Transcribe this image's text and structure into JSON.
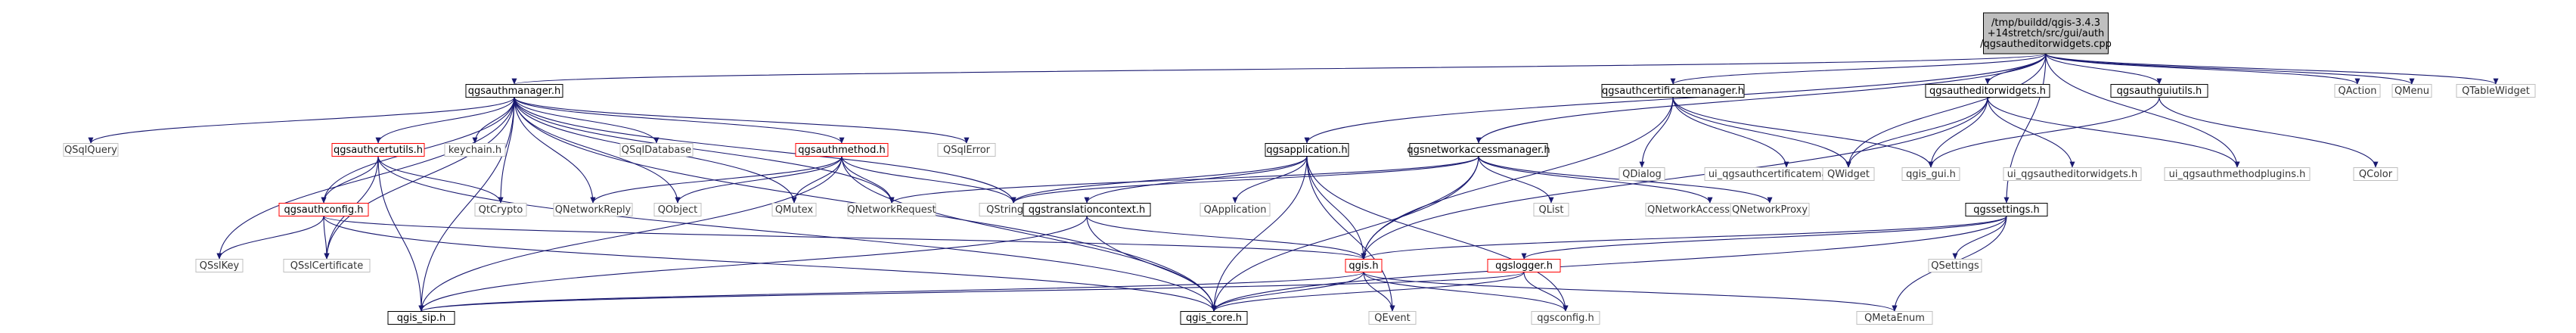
{
  "diagram": {
    "type": "include-dependency-graph",
    "colors": {
      "edge": "#191970",
      "edge_light": "#9a9ab5",
      "box_border_normal": "#000000",
      "box_border_incomplete": "#ff0000",
      "box_border_external": "#bfbfbf",
      "root_fill": "#bfbfbf",
      "text": "#000000",
      "text_external": "#333333"
    },
    "nodes": [
      {
        "id": "root",
        "lines": [
          "/tmp/buildd/qgis-3.4.3",
          "+14stretch/src/gui/auth",
          "/qgsautheditorwidgets.cpp"
        ],
        "kind": "root"
      },
      {
        "id": "authmanager",
        "lines": [
          "qgsauthmanager.h"
        ],
        "kind": "normal"
      },
      {
        "id": "certmgr",
        "lines": [
          "qgsauthcertificatemanager.h"
        ],
        "kind": "normal"
      },
      {
        "id": "editorwidgets",
        "lines": [
          "qgsautheditorwidgets.h"
        ],
        "kind": "normal"
      },
      {
        "id": "guiutils",
        "lines": [
          "qgsauthguiutils.h"
        ],
        "kind": "normal"
      },
      {
        "id": "qaction",
        "lines": [
          "QAction"
        ],
        "kind": "external"
      },
      {
        "id": "qmenu",
        "lines": [
          "QMenu"
        ],
        "kind": "external"
      },
      {
        "id": "qtablewidget",
        "lines": [
          "QTableWidget"
        ],
        "kind": "external"
      },
      {
        "id": "qsqlquery",
        "lines": [
          "QSqlQuery"
        ],
        "kind": "external"
      },
      {
        "id": "certutils",
        "lines": [
          "qgsauthcertutils.h"
        ],
        "kind": "incomplete"
      },
      {
        "id": "keychain",
        "lines": [
          "keychain.h"
        ],
        "kind": "external"
      },
      {
        "id": "qsqldatabase",
        "lines": [
          "QSqlDatabase"
        ],
        "kind": "external"
      },
      {
        "id": "authmethod",
        "lines": [
          "qgsauthmethod.h"
        ],
        "kind": "incomplete"
      },
      {
        "id": "qsqlerror",
        "lines": [
          "QSqlError"
        ],
        "kind": "external"
      },
      {
        "id": "application",
        "lines": [
          "qgsapplication.h"
        ],
        "kind": "normal"
      },
      {
        "id": "netaccess",
        "lines": [
          "qgsnetworkaccessmanager.h"
        ],
        "kind": "normal"
      },
      {
        "id": "qdialog",
        "lines": [
          "QDialog"
        ],
        "kind": "external"
      },
      {
        "id": "uicertmgr",
        "lines": [
          "ui_qgsauthcertificatemanager.h"
        ],
        "kind": "external"
      },
      {
        "id": "qwidget",
        "lines": [
          "QWidget"
        ],
        "kind": "external"
      },
      {
        "id": "qgisgui",
        "lines": [
          "qgis_gui.h"
        ],
        "kind": "external"
      },
      {
        "id": "uieditor",
        "lines": [
          "ui_qgsautheditorwidgets.h"
        ],
        "kind": "external"
      },
      {
        "id": "uimethodplugins",
        "lines": [
          "ui_qgsauthmethodplugins.h"
        ],
        "kind": "external"
      },
      {
        "id": "qcolor",
        "lines": [
          "QColor"
        ],
        "kind": "external"
      },
      {
        "id": "authconfig",
        "lines": [
          "qgsauthconfig.h"
        ],
        "kind": "incomplete"
      },
      {
        "id": "qtcrypto",
        "lines": [
          "QtCrypto"
        ],
        "kind": "external"
      },
      {
        "id": "qnetreply",
        "lines": [
          "QNetworkReply"
        ],
        "kind": "external"
      },
      {
        "id": "qobject",
        "lines": [
          "QObject"
        ],
        "kind": "external"
      },
      {
        "id": "qmutex",
        "lines": [
          "QMutex"
        ],
        "kind": "external"
      },
      {
        "id": "qnetrequest",
        "lines": [
          "QNetworkRequest"
        ],
        "kind": "external"
      },
      {
        "id": "qstringlist",
        "lines": [
          "QStringList"
        ],
        "kind": "external"
      },
      {
        "id": "translation",
        "lines": [
          "qgstranslationcontext.h"
        ],
        "kind": "normal"
      },
      {
        "id": "qapplication",
        "lines": [
          "QApplication"
        ],
        "kind": "external"
      },
      {
        "id": "qlist",
        "lines": [
          "QList"
        ],
        "kind": "external"
      },
      {
        "id": "qnetaccessmgr",
        "lines": [
          "QNetworkAccessManager"
        ],
        "kind": "external"
      },
      {
        "id": "qnetproxy",
        "lines": [
          "QNetworkProxy"
        ],
        "kind": "external"
      },
      {
        "id": "settings",
        "lines": [
          "qgssettings.h"
        ],
        "kind": "normal"
      },
      {
        "id": "qsettings",
        "lines": [
          "QSettings"
        ],
        "kind": "external"
      },
      {
        "id": "qsslkey",
        "lines": [
          "QSslKey"
        ],
        "kind": "external"
      },
      {
        "id": "qsslcert",
        "lines": [
          "QSslCertificate"
        ],
        "kind": "external"
      },
      {
        "id": "qgis",
        "lines": [
          "qgis.h"
        ],
        "kind": "incomplete"
      },
      {
        "id": "logger",
        "lines": [
          "qgslogger.h"
        ],
        "kind": "incomplete"
      },
      {
        "id": "qgissip",
        "lines": [
          "qgis_sip.h"
        ],
        "kind": "normal"
      },
      {
        "id": "qgiscore",
        "lines": [
          "qgis_core.h"
        ],
        "kind": "normal"
      },
      {
        "id": "qevent",
        "lines": [
          "QEvent"
        ],
        "kind": "external"
      },
      {
        "id": "qgsconfig",
        "lines": [
          "qgsconfig.h"
        ],
        "kind": "external"
      },
      {
        "id": "qmetaenum",
        "lines": [
          "QMetaEnum"
        ],
        "kind": "external"
      }
    ],
    "edges": [
      [
        "root",
        "authmanager"
      ],
      [
        "root",
        "certmgr"
      ],
      [
        "root",
        "editorwidgets"
      ],
      [
        "root",
        "guiutils"
      ],
      [
        "root",
        "qaction"
      ],
      [
        "root",
        "qmenu"
      ],
      [
        "root",
        "qtablewidget"
      ],
      [
        "root",
        "application"
      ],
      [
        "root",
        "netaccess"
      ],
      [
        "root",
        "qwidget"
      ],
      [
        "root",
        "settings"
      ],
      [
        "root",
        "uimethodplugins"
      ],
      [
        "authmanager",
        "qsqlquery"
      ],
      [
        "authmanager",
        "certutils"
      ],
      [
        "authmanager",
        "keychain"
      ],
      [
        "authmanager",
        "qsqldatabase"
      ],
      [
        "authmanager",
        "authmethod"
      ],
      [
        "authmanager",
        "qsqlerror"
      ],
      [
        "authmanager",
        "authconfig"
      ],
      [
        "authmanager",
        "qtcrypto"
      ],
      [
        "authmanager",
        "qnetreply"
      ],
      [
        "authmanager",
        "qobject"
      ],
      [
        "authmanager",
        "qmutex"
      ],
      [
        "authmanager",
        "qnetrequest"
      ],
      [
        "authmanager",
        "qstringlist"
      ],
      [
        "authmanager",
        "qsslkey"
      ],
      [
        "authmanager",
        "qsslcert"
      ],
      [
        "authmanager",
        "qgissip"
      ],
      [
        "authmanager",
        "qgiscore"
      ],
      [
        "certutils",
        "authconfig"
      ],
      [
        "certutils",
        "qtcrypto"
      ],
      [
        "certutils",
        "qsslcert"
      ],
      [
        "certutils",
        "qgissip"
      ],
      [
        "certutils",
        "qgiscore"
      ],
      [
        "authmethod",
        "qnetreply"
      ],
      [
        "authmethod",
        "qobject"
      ],
      [
        "authmethod",
        "qmutex"
      ],
      [
        "authmethod",
        "qnetrequest"
      ],
      [
        "authmethod",
        "qstringlist"
      ],
      [
        "authmethod",
        "qgiscore"
      ],
      [
        "authmethod",
        "qgissip"
      ],
      [
        "authconfig",
        "qsslkey"
      ],
      [
        "authconfig",
        "qsslcert"
      ],
      [
        "authconfig",
        "qgis"
      ],
      [
        "authconfig",
        "qgiscore"
      ],
      [
        "application",
        "qstringlist"
      ],
      [
        "application",
        "translation"
      ],
      [
        "application",
        "qapplication"
      ],
      [
        "application",
        "qgis"
      ],
      [
        "application",
        "qgiscore"
      ],
      [
        "application",
        "qevent"
      ],
      [
        "application",
        "qgsconfig"
      ],
      [
        "netaccess",
        "qlist"
      ],
      [
        "netaccess",
        "qnetaccessmgr"
      ],
      [
        "netaccess",
        "qnetproxy"
      ],
      [
        "netaccess",
        "qnetrequest"
      ],
      [
        "netaccess",
        "qstringlist"
      ],
      [
        "netaccess",
        "qgis"
      ],
      [
        "netaccess",
        "qgiscore"
      ],
      [
        "certmgr",
        "qdialog"
      ],
      [
        "certmgr",
        "uicertmgr"
      ],
      [
        "certmgr",
        "qwidget"
      ],
      [
        "certmgr",
        "qgisgui"
      ],
      [
        "certmgr",
        "qgis"
      ],
      [
        "editorwidgets",
        "qwidget"
      ],
      [
        "editorwidgets",
        "qgisgui"
      ],
      [
        "editorwidgets",
        "uieditor"
      ],
      [
        "editorwidgets",
        "uimethodplugins"
      ],
      [
        "editorwidgets",
        "qgis"
      ],
      [
        "guiutils",
        "qgisgui"
      ],
      [
        "guiutils",
        "qcolor"
      ],
      [
        "translation",
        "qgissip"
      ],
      [
        "translation",
        "qgis"
      ],
      [
        "translation",
        "qgiscore"
      ],
      [
        "settings",
        "qsettings"
      ],
      [
        "settings",
        "qmetaenum"
      ],
      [
        "settings",
        "qgis"
      ],
      [
        "settings",
        "qgiscore"
      ],
      [
        "settings",
        "logger"
      ],
      [
        "qgis",
        "qgissip"
      ],
      [
        "qgis",
        "qgiscore"
      ],
      [
        "qgis",
        "qevent"
      ],
      [
        "qgis",
        "qmetaenum"
      ],
      [
        "qgis",
        "qgsconfig"
      ],
      [
        "logger",
        "qgiscore"
      ],
      [
        "logger",
        "qgsconfig"
      ],
      [
        "logger",
        "qgissip"
      ]
    ]
  }
}
